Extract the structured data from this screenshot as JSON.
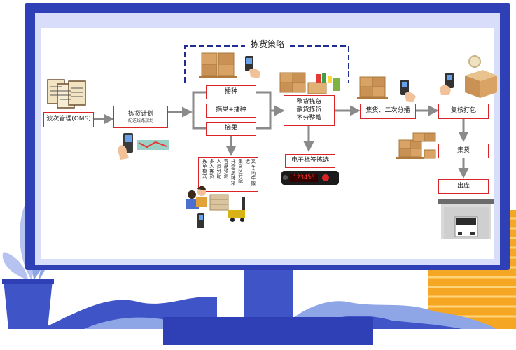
{
  "strategy_title": "拣货策略",
  "nodes": {
    "oms": "波次管理(OMS)",
    "plan_title": "拣货计划",
    "plan_sub": "配送线路规划",
    "sow": "播种",
    "pick_sow": "摘果+播种",
    "pick": "摘果",
    "methods": [
      "整货拣货",
      "散货拣货",
      "不分整散"
    ],
    "consolidate": "集货、二次分播",
    "recheck": "复核打包",
    "collect": "集货",
    "outbound": "出库",
    "electronic": "电子标签拣选",
    "display": "123456"
  },
  "features": [
    "叉车/地牛搬运",
    "集货区分配",
    "托盘/周转箱",
    "容器预测",
    "人员分配",
    "多人拣货",
    "拣单模式"
  ],
  "colors": {
    "frame": "#2f3fb5",
    "accent": "#d9252a",
    "arrow": "#8a8a8a",
    "mountain": "#3f55c7",
    "stripes": "#f5a623"
  }
}
